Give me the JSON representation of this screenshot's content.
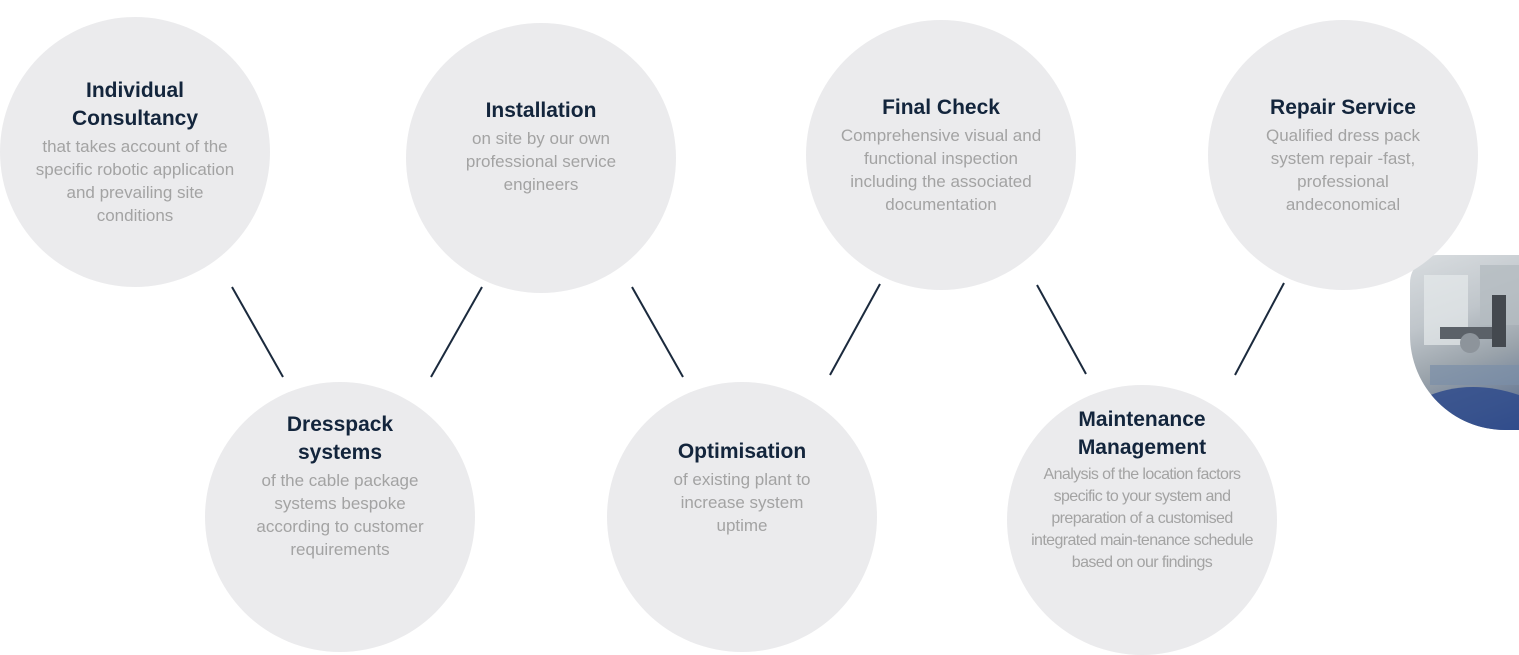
{
  "services": [
    {
      "id": "individual-consultancy",
      "title": "Individual Consultancy",
      "description": "that takes account of the specific robotic application and prevailing site conditions"
    },
    {
      "id": "installation",
      "title": "Installation",
      "description": "on site by our own professional service engineers"
    },
    {
      "id": "final-check",
      "title": "Final Check",
      "description": "Comprehensive visual and functional inspection including the associated documentation"
    },
    {
      "id": "repair-service",
      "title": "Repair Service",
      "description": "Qualified dress pack system repair -fast, professional andeconomical"
    },
    {
      "id": "dresspack-systems",
      "title": "Dresspack systems",
      "description": "of the cable package systems bespoke according to customer requirements"
    },
    {
      "id": "optimisation",
      "title": "Optimisation",
      "description": "of existing plant to increase system uptime"
    },
    {
      "id": "maintenance-management",
      "title": "Maintenance Management",
      "description": "Analysis of the location factors specific to your system and preparation of a customised integrated main-tenance schedule based on our findings"
    }
  ],
  "colors": {
    "circle_fill": "#ebebed",
    "title_text": "#13253c",
    "description_text": "#a3a3a3",
    "connector_line": "#1b2a3d"
  },
  "icons": {
    "robot_photo": "robot-photo-image"
  }
}
